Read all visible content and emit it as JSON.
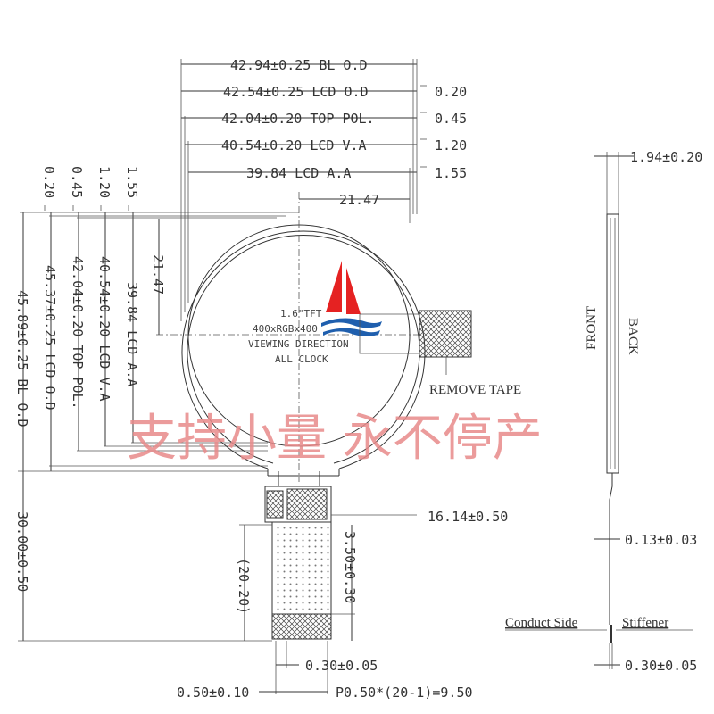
{
  "top_dims": {
    "bl_od": "42.94±0.25 BL O.D",
    "lcd_od": "42.54±0.25 LCD O.D",
    "top_pol": "42.04±0.20 TOP POL.",
    "lcd_va": "40.54±0.20 LCD V.A",
    "lcd_aa": "39.84 LCD A.A",
    "half": "21.47"
  },
  "right_offsets": [
    "0.20",
    "0.45",
    "1.20",
    "1.55"
  ],
  "left_offsets": [
    "0.20",
    "0.45",
    "1.20",
    "1.55"
  ],
  "left_dims": {
    "bl_od": "45.89±0.25 BL O.D",
    "lcd_od": "45.37±0.25 LCD O.D",
    "top_pol": "42.04±0.20 TOP POL.",
    "lcd_va": "40.54±0.20 LCD V.A",
    "lcd_aa": "39.84 LCD A.A",
    "half": "21.47"
  },
  "center_text": [
    "1.6\"TFT",
    "400xRGBx400",
    "VIEWING DIRECTION",
    "ALL CLOCK"
  ],
  "remove_tape": "REMOVE TAPE",
  "fpc": {
    "width_tol": "16.14±0.50",
    "length": "30.00±0.50",
    "ref": "(20.20)",
    "stiff_len": "3.50±0.30",
    "pad": "0.30±0.05",
    "edge": "0.50±0.10",
    "pitch": "P0.50*(20-1)=9.50"
  },
  "side_view": {
    "thickness": "1.94±0.20",
    "front": "FRONT",
    "back": "BACK",
    "fpc_thk": "0.13±0.03",
    "stiff_thk": "0.30±0.05",
    "conduct_side": "Conduct Side",
    "stiffener": "Stiffener"
  },
  "watermark": "支持小量 永不停产",
  "logo_colors": {
    "sail": "#e52222",
    "wave": "#1f5fae"
  }
}
